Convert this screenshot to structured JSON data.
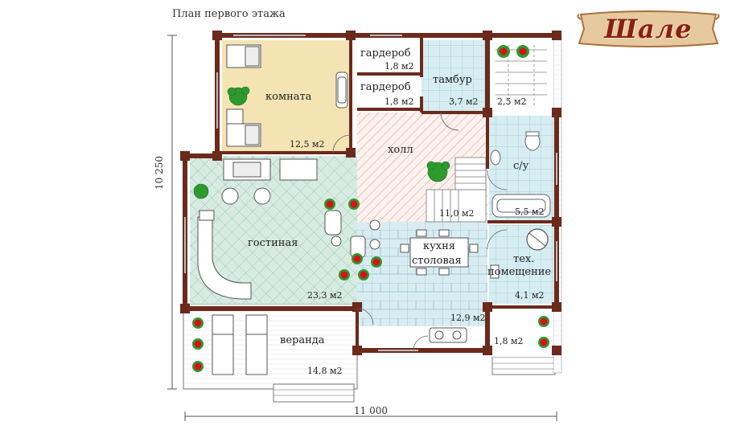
{
  "plan_title": "План первого этажа",
  "brand": "Шале",
  "dimensions": {
    "width": "11 000",
    "height": "10 250"
  },
  "rooms": [
    {
      "id": "komnata",
      "name": "комната",
      "area": "12,5 м2"
    },
    {
      "id": "garderob1",
      "name": "гардероб",
      "area": "1,8 м2"
    },
    {
      "id": "garderob2",
      "name": "гардероб",
      "area": "1,8 м2"
    },
    {
      "id": "tambur",
      "name": "тамбур",
      "area": "3,7 м2"
    },
    {
      "id": "porch-top",
      "name": "",
      "area": "2,5 м2"
    },
    {
      "id": "holl",
      "name": "холл",
      "area": "11,0 м2"
    },
    {
      "id": "su",
      "name": "с/у",
      "area": "5,5 м2"
    },
    {
      "id": "gostinaya",
      "name": "гостиная",
      "area": "23,3 м2"
    },
    {
      "id": "kuhnya",
      "name": "кухня\nстоловая",
      "name_line1": "кухня",
      "name_line2": "столовая",
      "area": "12,9 м2"
    },
    {
      "id": "tech",
      "name_line1": "тех.",
      "name_line2": "помещение",
      "area": "4,1 м2"
    },
    {
      "id": "veranda",
      "name": "веранда",
      "area": "14,8 м2"
    },
    {
      "id": "porch-bottom",
      "name": "",
      "area": "1,8 м2"
    }
  ],
  "colors": {
    "wall": "#6b2a1c",
    "room_floor": "#f4e4b4",
    "tile": "#cfe8ef",
    "diagonal_tile": "#cfe7dc",
    "hall_hatch": "#d99a8a",
    "deck": "#ffffff",
    "banner": "#e7c9a0",
    "brand_text": "#8a1f12",
    "plant": "#2e9a2e",
    "flower": "#d8121b"
  }
}
